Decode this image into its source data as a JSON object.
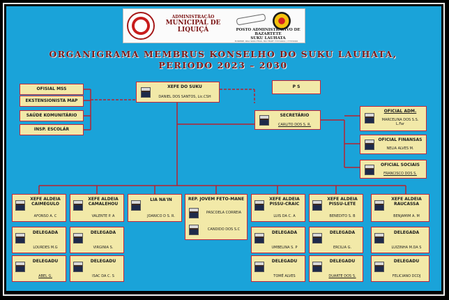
{
  "header": {
    "left_line1": "ADMINISTRAÇÃO",
    "left_line2": "MUNICIPAL DE",
    "left_line3": "LIQUIÇÁ",
    "right_line1": "POSTO ADMINISTRATIVO DE",
    "right_line2": "BAZARTETE",
    "right_line3": "SUKU LAUHATA",
    "footer": "EVIDEDE, RUA SUKU FEAS, MO TELEF 77371004 / 77372000"
  },
  "title_line1": "ORGANIGRAMA MEMBRUS KONSELHO DO SUKU LAUHATA,",
  "title_line2": "PERIODO 2023 – 2030",
  "left_officers": [
    "OFISIAL MSS",
    "EKSTENSIONISTA MAP",
    "SAÚDE KOMUNITÁRIO",
    "INSP. ESCOLÁR"
  ],
  "chief": {
    "title": "XEFE DO SUKU",
    "name": "DANIEL DOS SANTOS, Lic.CSH"
  },
  "ps": {
    "title": "P S"
  },
  "secretary": {
    "title": "SECRETÁRIO",
    "name": "CARLITO DOS S. R."
  },
  "right_officers": [
    {
      "title": "OFICIAL ADM.",
      "name": "MARCELINA DOS S.S. L.Far"
    },
    {
      "title": "OFICIAL FINANSAS",
      "name": "NELIA ALVES M."
    },
    {
      "title": "OFICIAL SOCIAIS",
      "name": "FRANCISCO DOS S."
    }
  ],
  "aldeias": [
    {
      "title": "XEFE ALDEIA CAIMEGULO",
      "name": "AFONSO A. C",
      "delegates": [
        {
          "title": "DELEGADA",
          "name": "LOURDES M.G"
        },
        {
          "title": "DELEGADU",
          "name": "ABEL G."
        }
      ]
    },
    {
      "title": "XEFE ALDEIA CAMALEHOU",
      "name": "VALENTE P. A",
      "delegates": [
        {
          "title": "DELEGADA",
          "name": "VIRGINIA S."
        },
        {
          "title": "DELEGADU",
          "name": "ISAC DA C. S"
        }
      ]
    },
    {
      "title": "LIA NA'IN",
      "name": "JOANICO D S. R."
    },
    {
      "title": "REP. JOVEM FETO-MANE",
      "members": [
        "PASCOELA CORREIA",
        "CANDIDO DOS S.C"
      ]
    },
    {
      "title": "XEFE ALDEIA PISSU-CRAIC",
      "name": "LUIS DA C. A",
      "delegates": [
        {
          "title": "DELEGADA",
          "name": "UMBELINA S. P"
        },
        {
          "title": "DELEGADU",
          "name": "TOMÉ ALVES"
        }
      ]
    },
    {
      "title": "XEFE ALDEIA PISSU-LETE",
      "name": "BENEDITO S. B",
      "delegates": [
        {
          "title": "DELEGADA",
          "name": "ERCILIA G."
        },
        {
          "title": "DELEGADU",
          "name": "DUARTE DOS S."
        }
      ]
    },
    {
      "title": "XEFE ALDEIA RAUCASSA",
      "name": "BENJAMIM A. M",
      "delegates": [
        {
          "title": "DELEGADA",
          "name": "LUIZINHA M.DA S"
        },
        {
          "title": "DELEGADU",
          "name": "FELICIANO DCDJ"
        }
      ]
    }
  ]
}
